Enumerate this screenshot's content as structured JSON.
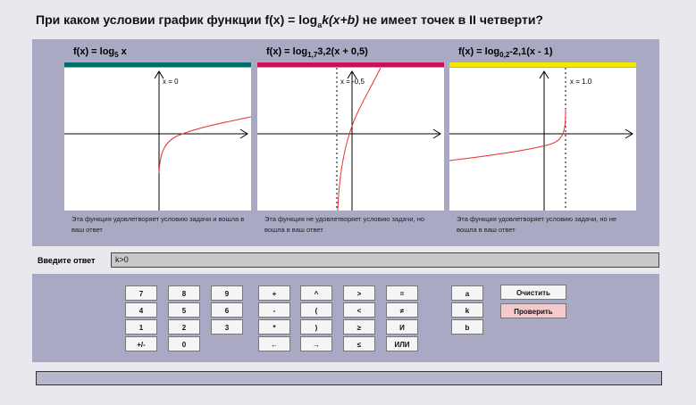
{
  "question": {
    "prefix": "При каком условии график функции f(x) = log",
    "sub": "a",
    "italic": "k(x+b)",
    "suffix": " не имеет точек в II четверти?"
  },
  "graphs": [
    {
      "title_prefix": "f(x) = log",
      "title_sub": "5",
      "title_suffix": " x",
      "bar_color": "#006f6a",
      "asymptote_label": "x = 0",
      "caption": "Эта функция удовлетворяет условию задачи и вошла в ваш ответ"
    },
    {
      "title_prefix": "f(x) = log",
      "title_sub": "1,7",
      "title_suffix": "3,2(x + 0,5)",
      "bar_color": "#c9115b",
      "asymptote_label": "x = -0,5",
      "caption": "Эта функция не удовлетворяет условию задачи, но вошла в ваш ответ"
    },
    {
      "title_prefix": "f(x) = log",
      "title_sub": "0,2",
      "title_suffix": "-2,1(x - 1)",
      "bar_color": "#f2e800",
      "asymptote_label": "x = 1.0",
      "caption": "Эта функция удовлетворяет условию задачи, но не вошла в ваш ответ"
    }
  ],
  "answer": {
    "label": "Введите ответ",
    "value": "k>0"
  },
  "keypad": {
    "digits": [
      "7",
      "8",
      "9",
      "4",
      "5",
      "6",
      "1",
      "2",
      "3",
      "+/-",
      "0"
    ],
    "ops": [
      "+",
      "^",
      "-",
      "(",
      "*",
      ")",
      "←",
      "→"
    ],
    "relations": [
      ">",
      "=",
      "<",
      "≠",
      "≥",
      "И",
      "≤",
      "ИЛИ"
    ],
    "vars": [
      "a",
      "k",
      "b"
    ],
    "clear_label": "Очистить",
    "check_label": "Проверить"
  },
  "colors": {
    "curve": "#e33333",
    "panel": "#a9a9c4",
    "check_button": "#f6caca"
  }
}
